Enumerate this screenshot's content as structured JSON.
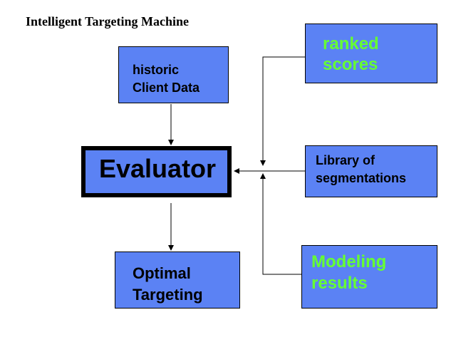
{
  "title": "Intelligent Targeting Machine",
  "colors": {
    "box_fill": "#5B82F4",
    "accent_text": "#66FF33",
    "text": "#000000",
    "line": "#000000"
  },
  "nodes": {
    "historic": {
      "lines": [
        "historic",
        "Client Data"
      ]
    },
    "evaluator": {
      "lines": [
        "Evaluator"
      ]
    },
    "optimal": {
      "lines": [
        "Optimal",
        "Targeting"
      ]
    },
    "ranked": {
      "lines": [
        "ranked",
        "scores"
      ]
    },
    "library": {
      "lines": [
        "Library of",
        "segmentations"
      ]
    },
    "modeling": {
      "lines": [
        "Modeling",
        "results"
      ]
    }
  },
  "edges": [
    {
      "from": "historic",
      "to": "evaluator"
    },
    {
      "from": "evaluator",
      "to": "optimal"
    },
    {
      "from": "ranked",
      "to": "evaluator"
    },
    {
      "from": "library",
      "to": "evaluator"
    },
    {
      "from": "modeling",
      "to": "evaluator"
    }
  ]
}
